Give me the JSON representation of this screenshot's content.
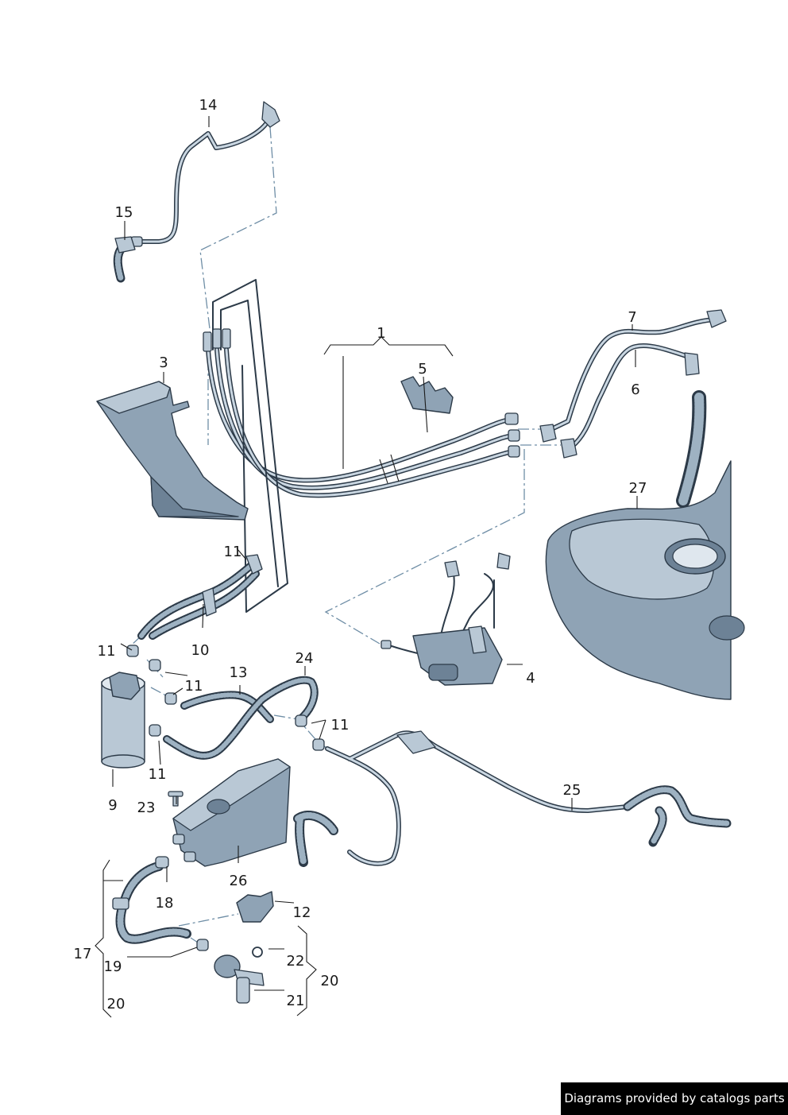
{
  "callouts": [
    {
      "id": "c1",
      "text": "1"
    },
    {
      "id": "c3",
      "text": "3"
    },
    {
      "id": "c4",
      "text": "4"
    },
    {
      "id": "c5",
      "text": "5"
    },
    {
      "id": "c6",
      "text": "6"
    },
    {
      "id": "c7",
      "text": "7"
    },
    {
      "id": "c9",
      "text": "9"
    },
    {
      "id": "c10",
      "text": "10"
    },
    {
      "id": "c11a",
      "text": "11"
    },
    {
      "id": "c11b",
      "text": "11"
    },
    {
      "id": "c11c",
      "text": "11"
    },
    {
      "id": "c11d",
      "text": "11"
    },
    {
      "id": "c11e",
      "text": "11"
    },
    {
      "id": "c12",
      "text": "12"
    },
    {
      "id": "c13",
      "text": "13"
    },
    {
      "id": "c14",
      "text": "14"
    },
    {
      "id": "c15",
      "text": "15"
    },
    {
      "id": "c17",
      "text": "17"
    },
    {
      "id": "c18",
      "text": "18"
    },
    {
      "id": "c19",
      "text": "19"
    },
    {
      "id": "c20a",
      "text": "20"
    },
    {
      "id": "c20b",
      "text": "20"
    },
    {
      "id": "c21",
      "text": "21"
    },
    {
      "id": "c22",
      "text": "22"
    },
    {
      "id": "c23",
      "text": "23"
    },
    {
      "id": "c24",
      "text": "24"
    },
    {
      "id": "c25",
      "text": "25"
    },
    {
      "id": "c26",
      "text": "26"
    },
    {
      "id": "c27",
      "text": "27"
    }
  ],
  "footer": {
    "text": "Diagrams provided by catalogs parts"
  },
  "colors": {
    "line": "#2c3a48",
    "part_fill": "#8fa3b5",
    "dash": "#6f8ea6",
    "footer_bg": "#000000"
  }
}
